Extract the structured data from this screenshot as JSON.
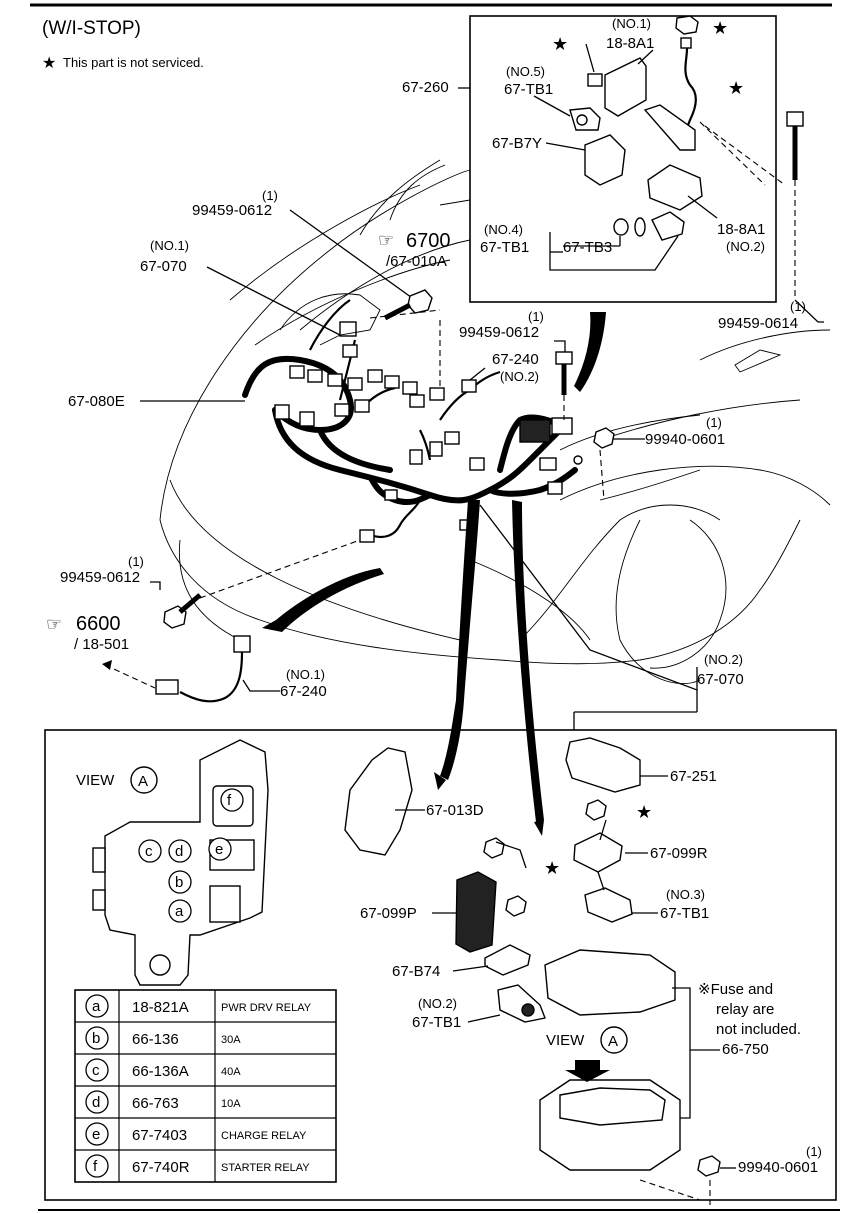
{
  "header": {
    "title": "(W/I-STOP)",
    "note": "This part is not serviced.",
    "star_glyph": "★"
  },
  "refs": [
    {
      "ref": "6700",
      "sub": "/67-010A"
    },
    {
      "ref": "6600",
      "sub": "/ 18-501"
    }
  ],
  "callouts": {
    "c_99459_0612_a": {
      "qty": "(1)",
      "pn": "99459-0612"
    },
    "c_67_070_no1": {
      "qty": "(NO.1)",
      "pn": "67-070"
    },
    "c_67_260": {
      "pn": "67-260"
    },
    "c_67_080e": {
      "pn": "67-080E"
    },
    "c_99459_0612_b": {
      "qty": "(1)",
      "pn": "99459-0612"
    },
    "c_67_240_no2": {
      "pn": "67-240",
      "qty": "(NO.2)"
    },
    "c_99940_0601_a": {
      "qty": "(1)",
      "pn": "99940-0601"
    },
    "c_99459_0614": {
      "qty": "(1)",
      "pn": "99459-0614"
    },
    "c_99459_0612_c": {
      "qty": "(1)",
      "pn": "99459-0612"
    },
    "c_67_240_no1": {
      "qty": "(NO.1)",
      "pn": "67-240"
    },
    "c_67_070_no2": {
      "qty": "(NO.2)",
      "pn": "67-070"
    },
    "c_18_8a1_no1": {
      "qty": "(NO.1)",
      "pn": "18-8A1"
    },
    "c_67_tb1_no5": {
      "qty": "(NO.5)",
      "pn": "67-TB1"
    },
    "c_67_b7y": {
      "pn": "67-B7Y"
    },
    "c_67_tb1_no4": {
      "qty": "(NO.4)",
      "pn": "67-TB1"
    },
    "c_67_tb3": {
      "pn": "67-TB3"
    },
    "c_18_8a1_no2": {
      "pn": "18-8A1",
      "qty": "(NO.2)"
    },
    "c_67_013d": {
      "pn": "67-013D"
    },
    "c_67_251": {
      "pn": "67-251"
    },
    "c_67_099r": {
      "pn": "67-099R"
    },
    "c_67_tb1_no3": {
      "qty": "(NO.3)",
      "pn": "67-TB1"
    },
    "c_67_099p": {
      "pn": "67-099P"
    },
    "c_67_b74": {
      "pn": "67-B74"
    },
    "c_67_tb1_no2": {
      "qty": "(NO.2)",
      "pn": "67-TB1"
    },
    "c_66_750": {
      "pn": "66-750"
    },
    "c_99940_0601_b": {
      "qty": "(1)",
      "pn": "99940-0601"
    }
  },
  "fuse_note": [
    "※Fuse and",
    "relay are",
    "not included."
  ],
  "view": {
    "label": "VIEW",
    "letter": "A"
  },
  "box_positions": [
    "a",
    "b",
    "c",
    "d",
    "e",
    "f"
  ],
  "legend": [
    {
      "key": "a",
      "pn": "18-821A",
      "desc": "PWR DRV RELAY"
    },
    {
      "key": "b",
      "pn": "66-136",
      "desc": "30A"
    },
    {
      "key": "c",
      "pn": "66-136A",
      "desc": "40A"
    },
    {
      "key": "d",
      "pn": "66-763",
      "desc": "10A"
    },
    {
      "key": "e",
      "pn": "67-7403",
      "desc": "CHARGE RELAY"
    },
    {
      "key": "f",
      "pn": "67-740R",
      "desc": "STARTER RELAY"
    }
  ]
}
